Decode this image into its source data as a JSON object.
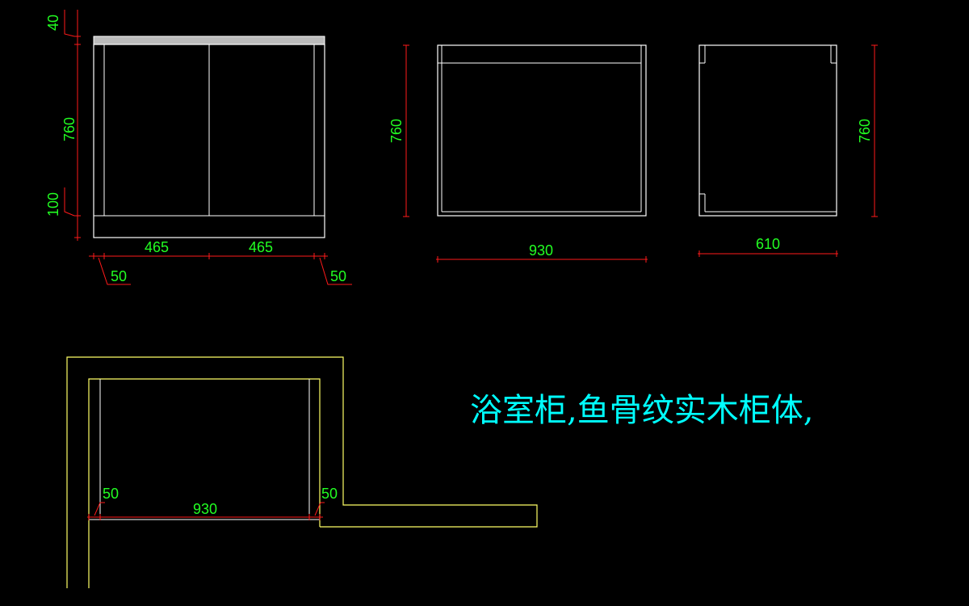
{
  "colors": {
    "background": "#000000",
    "outline": "#ffffff",
    "dimension_line": "#ff1a1a",
    "dimension_text": "#22ff22",
    "wall": "#ffff66",
    "note_text": "#00ffff",
    "countertop": "#bbbbbb"
  },
  "front_view": {
    "dim_top": "40",
    "dim_height": "760",
    "dim_plinth": "100",
    "dim_left_width": "465",
    "dim_right_width": "465",
    "dim_left_offset": "50",
    "dim_right_offset": "50"
  },
  "back_view": {
    "dim_height": "760",
    "dim_width": "930"
  },
  "side_view": {
    "dim_height": "760",
    "dim_depth": "610"
  },
  "plan_view": {
    "dim_left_offset": "50",
    "dim_right_offset": "50",
    "dim_width": "930"
  },
  "note": "浴室柜,鱼骨纹实木柜体,"
}
